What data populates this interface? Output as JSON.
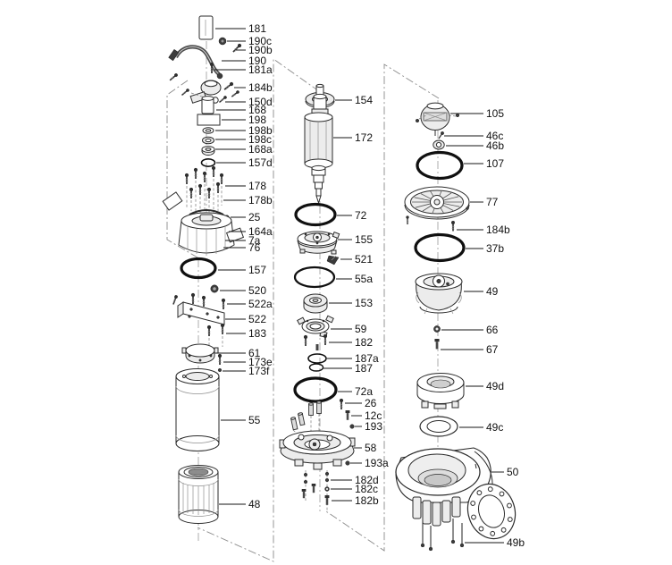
{
  "diagram": {
    "kind": "exploded-parts-diagram",
    "background": "#ffffff",
    "line_color": "#1a1a1a",
    "label_color": "#111111"
  },
  "parts": {
    "left": [
      "181",
      "190c",
      "190b",
      "190",
      "181a",
      "184b",
      "150d",
      "168",
      "198",
      "198b",
      "198c",
      "168a",
      "157d",
      "178",
      "178b",
      "25",
      "164a",
      "7a",
      "76",
      "157",
      "520",
      "522a",
      "522",
      "183",
      "61",
      "173e",
      "173f",
      "55",
      "48"
    ],
    "middle": [
      "154",
      "172",
      "72",
      "155",
      "521",
      "55a",
      "153",
      "59",
      "182",
      "187a",
      "187",
      "72a",
      "26",
      "12c",
      "193",
      "58",
      "193a",
      "182d",
      "182c",
      "182b"
    ],
    "right": [
      "105",
      "46c",
      "46b",
      "107",
      "77",
      "184b",
      "37b",
      "49",
      "66",
      "67",
      "49d",
      "49c",
      "50",
      "49b"
    ]
  }
}
